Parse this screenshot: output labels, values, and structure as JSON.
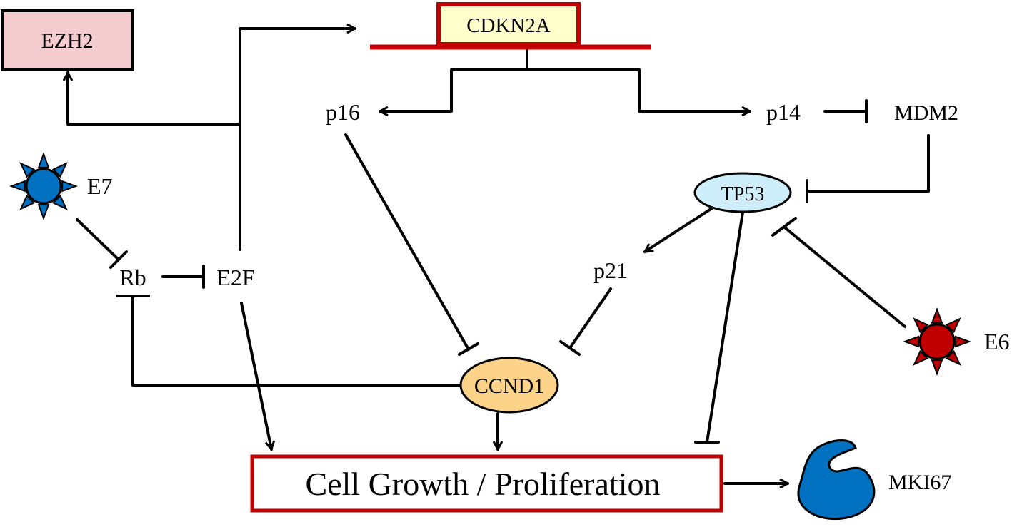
{
  "nodes": {
    "ezh2": "EZH2",
    "cdkn2a": "CDKN2A",
    "p16": "p16",
    "p14": "p14",
    "mdm2": "MDM2",
    "e7": "E7",
    "tp53": "TP53",
    "p21": "p21",
    "rb": "Rb",
    "e2f": "E2F",
    "e6": "E6",
    "ccnd1": "CCND1",
    "cell_growth": "Cell Growth / Proliferation",
    "mki67": "MKI67"
  },
  "colors": {
    "ezh2_fill": "#f5ccd0",
    "cdkn2a_fill": "#ffffcc",
    "cdkn2a_border": "#c00000",
    "tp53_fill": "#cdeefa",
    "ccnd1_fill": "#fdd38a",
    "cell_growth_border": "#c00000",
    "e7_virus": "#0070c0",
    "e6_virus": "#c00000",
    "mki67_fill": "#0070c0"
  }
}
